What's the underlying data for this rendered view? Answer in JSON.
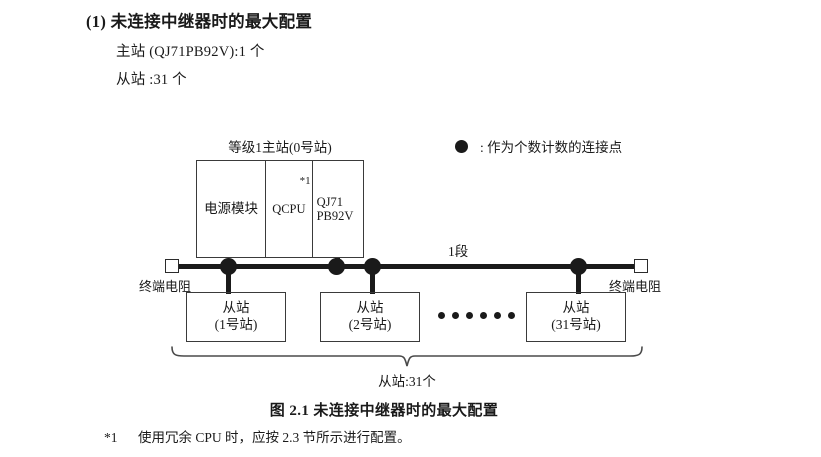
{
  "section": {
    "number": "(1)",
    "title": "未连接中继器时的最大配置",
    "lines": [
      "主站 (QJ71PB92V):1 个",
      "从站 :31 个"
    ]
  },
  "legend": {
    "symbol": "filled-circle",
    "text": ": 作为个数计数的连接点"
  },
  "diagram": {
    "master": {
      "label": "等级1主站(0号站)",
      "cells": [
        {
          "name": "power-module",
          "text": "电源模块"
        },
        {
          "name": "qcpu",
          "text": "QCPU",
          "footnote_mark": "*1"
        },
        {
          "name": "master-module",
          "line1": "QJ71",
          "line2": "PB92V"
        }
      ]
    },
    "segment_label": "1段",
    "terminators": {
      "left_label": "终端电阻",
      "right_label": "终端电阻"
    },
    "slaves": [
      {
        "line1": "从站",
        "line2": "(1号站)"
      },
      {
        "line1": "从站",
        "line2": "(2号站)"
      },
      {
        "line1": "从站",
        "line2": "(31号站)"
      }
    ],
    "ellipsis_count": 6,
    "brace_caption": "从站:31个"
  },
  "figure": {
    "caption": "图 2.1  未连接中继器时的最大配置"
  },
  "footnote": {
    "mark": "*1",
    "text": "使用冗余 CPU 时，应按 2.3 节所示进行配置。"
  }
}
